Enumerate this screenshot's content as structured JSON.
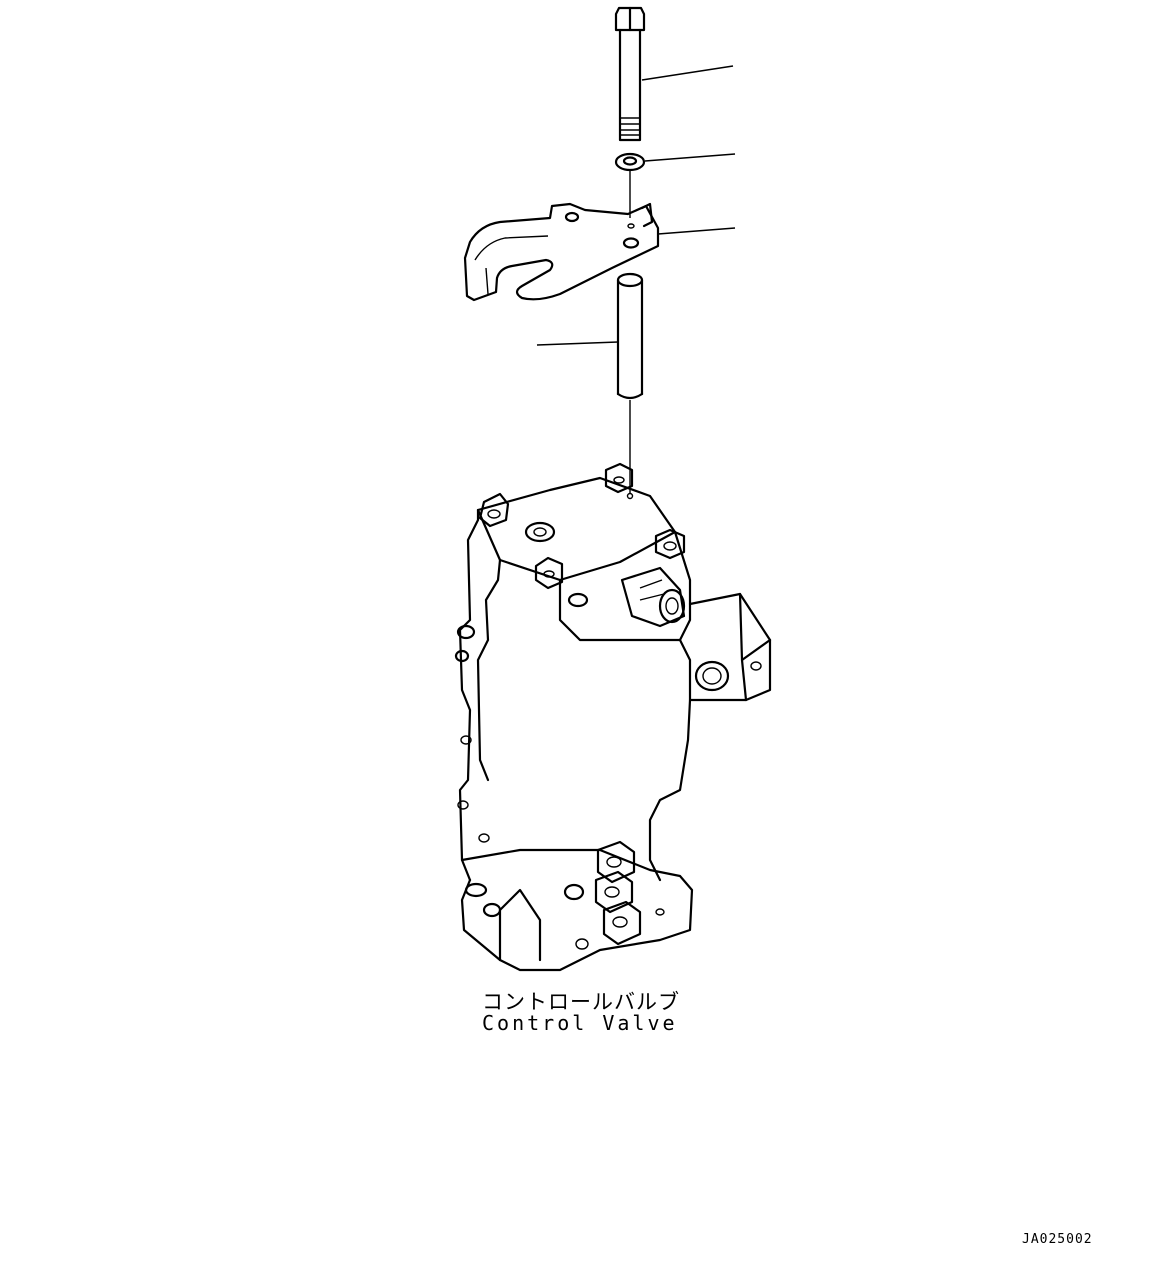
{
  "component_label": {
    "ja": "コントロールバルブ",
    "en": "Control Valve"
  },
  "drawing_number": "JA025002",
  "parts": [
    {
      "name": "bolt-icon"
    },
    {
      "name": "washer-icon"
    },
    {
      "name": "bracket-icon"
    },
    {
      "name": "spacer-icon"
    },
    {
      "name": "control-valve-icon"
    }
  ],
  "colors": {
    "line": "#000000",
    "background": "#ffffff"
  }
}
